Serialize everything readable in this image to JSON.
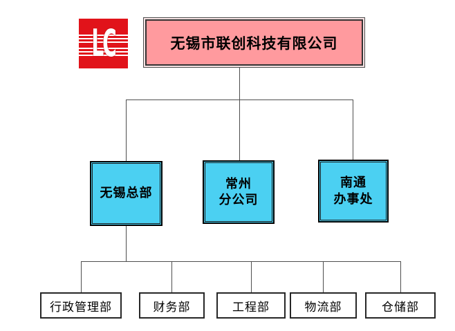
{
  "logo": {
    "text": "LC",
    "bg_color": "#e1131a",
    "line_color": "#ffffff"
  },
  "chart": {
    "root": {
      "label": "无锡市联创科技有限公司",
      "fill": "#ff9a9e"
    },
    "branches": [
      {
        "lines": [
          "无锡总部"
        ],
        "fill": "#4bd0f2"
      },
      {
        "lines": [
          "常州",
          "分公司"
        ],
        "fill": "#4bd0f2"
      },
      {
        "lines": [
          "南通",
          "办事处"
        ],
        "fill": "#4bd0f2"
      }
    ],
    "departments": [
      {
        "label": "行政管理部"
      },
      {
        "label": "财务部"
      },
      {
        "label": "工程部"
      },
      {
        "label": "物流部"
      },
      {
        "label": "仓储部"
      }
    ]
  }
}
